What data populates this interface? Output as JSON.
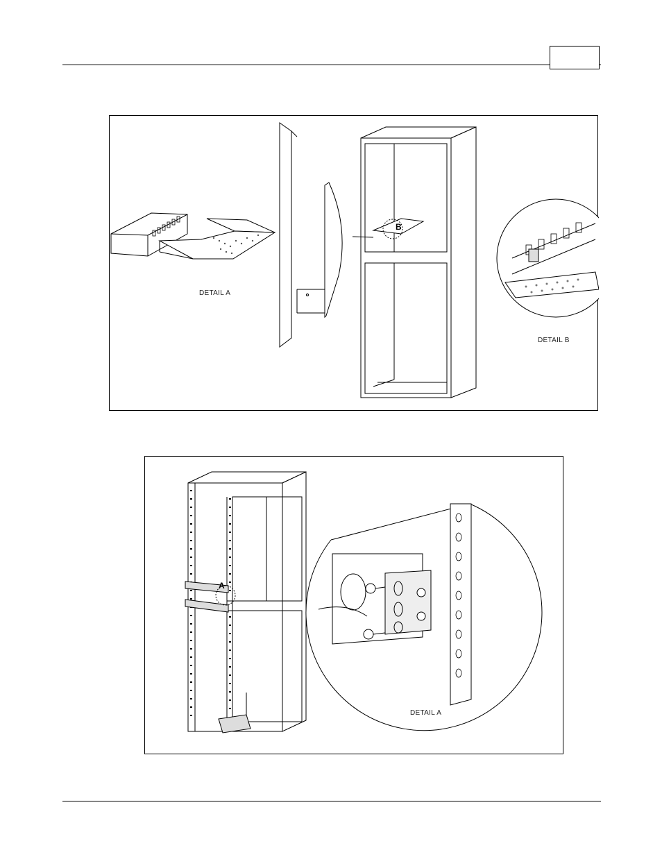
{
  "header": {
    "page_number": ""
  },
  "figure_top": {
    "detail_a_label": "DETAIL A",
    "detail_b_label": "DETAIL B",
    "callout_b": "B"
  },
  "figure_bottom": {
    "detail_a_label": "DETAIL A",
    "callout_a": "A"
  }
}
